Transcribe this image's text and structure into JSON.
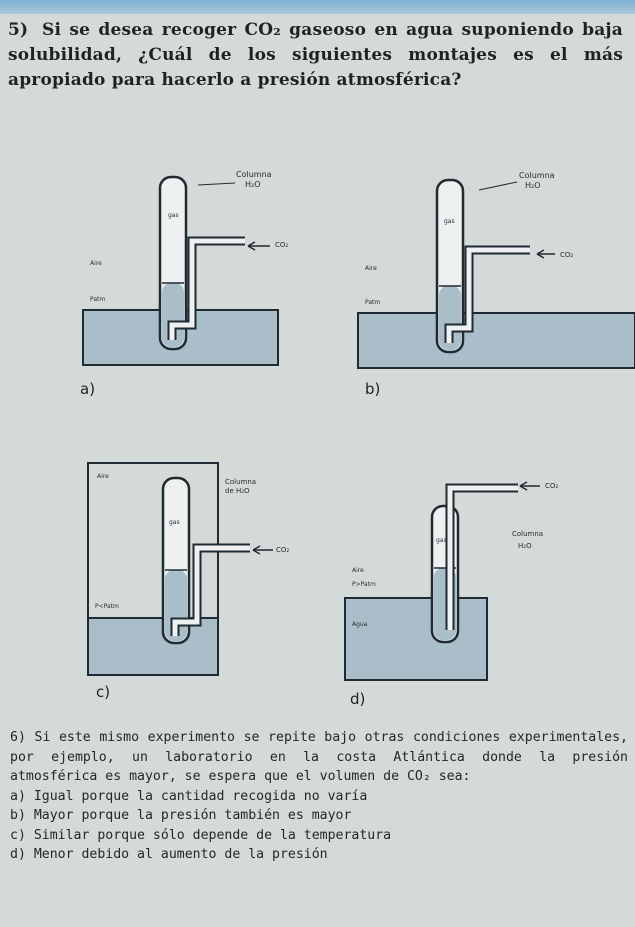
{
  "question5": {
    "number": "5)",
    "text": "Si se desea recoger CO₂ gaseoso en agua suponiendo baja solubilidad, ¿Cuál de los siguientes montajes es el más apropiado para hacerlo a presión atmosférica?"
  },
  "figures": {
    "a": {
      "label": "a)",
      "column_label_1": "Columna",
      "column_label_2": "H₂O",
      "gas_label": "gas",
      "co2_label": "CO₂",
      "air_label": "Aire",
      "patm_label": "Patm"
    },
    "b": {
      "label": "b)",
      "column_label_1": "Columna",
      "column_label_2": "H₂O",
      "gas_label": "gas",
      "co2_label": "CO₂",
      "air_label": "Aire",
      "patm_label": "Patm"
    },
    "c": {
      "label": "c)",
      "column_label_1": "Columna",
      "column_label_2": "de H₂O",
      "gas_label": "gas",
      "co2_label": "CO₂",
      "air_label": "Aire",
      "patm_label": "P<Patm"
    },
    "d": {
      "label": "d)",
      "column_label_1": "Columna",
      "column_label_2": "H₂O",
      "gas_label": "gas",
      "co2_label": "CO₂",
      "air_label": "Aire",
      "patm_label": "P>Patm",
      "water_label": "Agua"
    }
  },
  "question6": {
    "number": "6)",
    "text": "Si este mismo experimento se repite bajo otras condiciones experimentales, por ejemplo, un laboratorio en la costa Atlántica donde la presión atmosférica es mayor, se espera que el volumen de CO₂ sea:",
    "options": [
      {
        "letter": "a)",
        "text": "Igual porque la cantidad recogida no varía"
      },
      {
        "letter": "b)",
        "text": "Mayor porque la presión también es mayor"
      },
      {
        "letter": "c)",
        "text": "Similar porque sólo depende de la temperatura"
      },
      {
        "letter": "d)",
        "text": "Menor debido al aumento de la presión"
      }
    ]
  },
  "colors": {
    "background": "#d4dad7",
    "water": "#a9bec8",
    "tube": "#eef1ef",
    "stroke": "#1f2a33"
  }
}
